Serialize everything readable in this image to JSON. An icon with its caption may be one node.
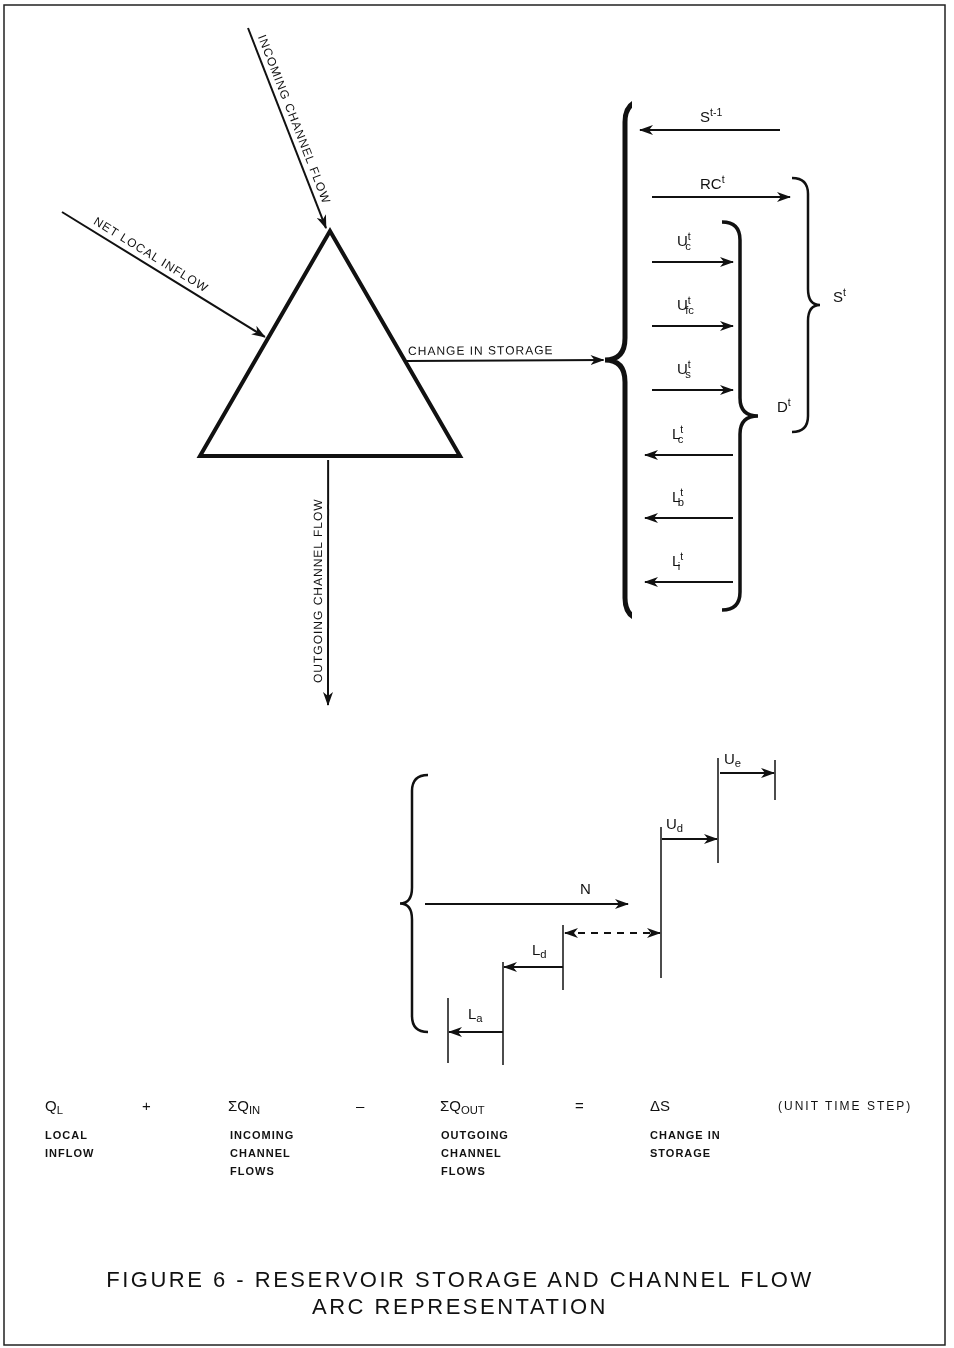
{
  "diagram": {
    "caption": "FIGURE 6 - RESERVOIR STORAGE AND CHANNEL FLOW ARC REPRESENTATION",
    "nodes": [
      {
        "text": [],
        "shape": "triangle"
      },
      {
        "text": [],
        "shape": "brace"
      }
    ],
    "edges": [
      {
        "from": null,
        "to": 0,
        "arrow": "to",
        "label": "NET LOCAL INFLOW"
      },
      {
        "from": null,
        "to": 0,
        "arrow": "to",
        "label": "INCOMING CHANNEL FLOW"
      },
      {
        "from": 0,
        "to": 1,
        "arrow": "to",
        "label": "CHANGE IN STORAGE"
      },
      {
        "from": 0,
        "to": null,
        "arrow": "to",
        "label": "OUTGOING CHANNEL FLOW"
      }
    ],
    "labels": [
      "S$^{t-1}$",
      "RC$^{t}$",
      "U$^{t}$$_{c}$",
      "U$^{t}$$_{fc}$",
      "S$^{t}$",
      "U$^{t}$$_{s}$",
      "D$^{t}$",
      "L$^{t}$$_{c}$",
      "L$^{t}$$_{b}$",
      "L$^{t}$$_{i}$",
      "U$_{e}$",
      "U$_{d}$",
      "N",
      "L$_{d}$",
      "L$_{a}$",
      "Q$_{L}$",
      "+",
      "ΣQ$_{IN}$",
      "–",
      "ΣQ$_{OUT}$",
      "=",
      "ΔS",
      "(UNIT TIME STEP)",
      "LOCAL INFLOW",
      "INCOMING CHANNEL FLOWS",
      "OUTGOING CHANNEL FLOWS",
      "CHANGE IN STORAGE"
    ]
  }
}
